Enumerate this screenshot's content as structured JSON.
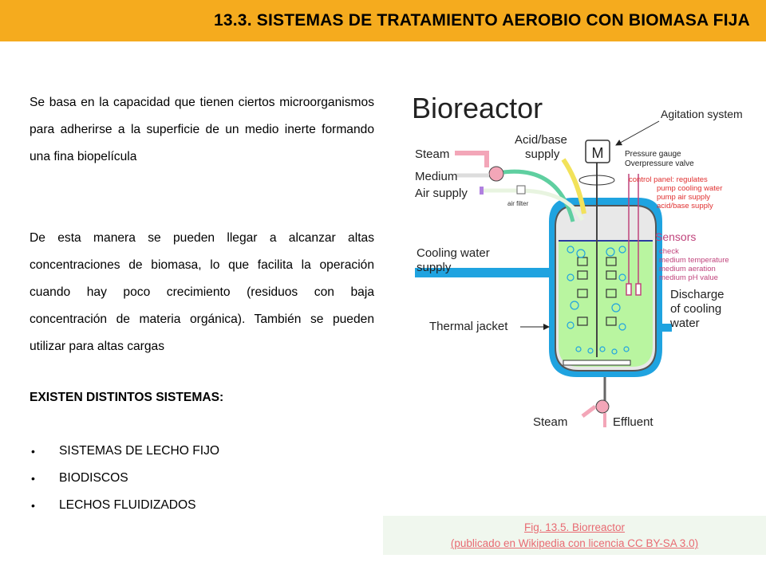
{
  "header": {
    "title": "13.3. SISTEMAS DE TRATAMIENTO AEROBIO CON BIOMASA FIJA"
  },
  "body": {
    "paragraph1": "Se basa en la capacidad que tienen ciertos microorganismos para adherirse a la superficie de un medio inerte formando una fina biopelícula",
    "paragraph2": "De esta manera se pueden llegar a alcanzar altas concentraciones de biomasa, lo que facilita la operación cuando hay poco crecimiento (residuos con baja concentración de materia orgánica). También se pueden utilizar para altas cargas",
    "heading": "EXISTEN DISTINTOS SISTEMAS:",
    "bullet_symbol": "•",
    "bullets": [
      "SISTEMAS DE LECHO FIJO",
      "BIODISCOS",
      "LECHOS FLUIDIZADOS"
    ]
  },
  "diagram": {
    "title": "Bioreactor",
    "motor": "M",
    "labels": {
      "agitation": "Agitation system",
      "acid_base_1": "Acid/base",
      "acid_base_2": "supply",
      "steam_top": "Steam",
      "medium": "Medium",
      "air_supply": "Air supply",
      "air_filter": "air filter",
      "pressure_gauge": "Pressure gauge",
      "overpressure": "Overpressure valve",
      "control_panel": "control panel: regulates",
      "cp_line1": "pump cooling water",
      "cp_line2": "pump air supply",
      "cp_line3": "acid/base supply",
      "sensors": "Sensors",
      "check": "check",
      "check1": "medium temperature",
      "check2": "medium aeration",
      "check3": "medium pH value",
      "cooling_1": "Cooling water",
      "cooling_2": "supply",
      "discharge_1": "Discharge",
      "discharge_2": "of cooling",
      "discharge_3": "water",
      "thermal_jacket": "Thermal jacket",
      "steam_bottom": "Steam",
      "effluent": "Effluent"
    },
    "colors": {
      "medium": "#b9f5a0",
      "jacket": "#1fa3e0",
      "steam_pipe": "#f3a6b8",
      "acid_pipe": "#f2e25a",
      "sensor_text": "#c0447c",
      "control_text": "#e03030"
    }
  },
  "caption": {
    "line1": "Fig. 13.5. Biorreactor",
    "line2": "(publicado en Wikipedia con licencia CC BY-SA 3.0)"
  }
}
